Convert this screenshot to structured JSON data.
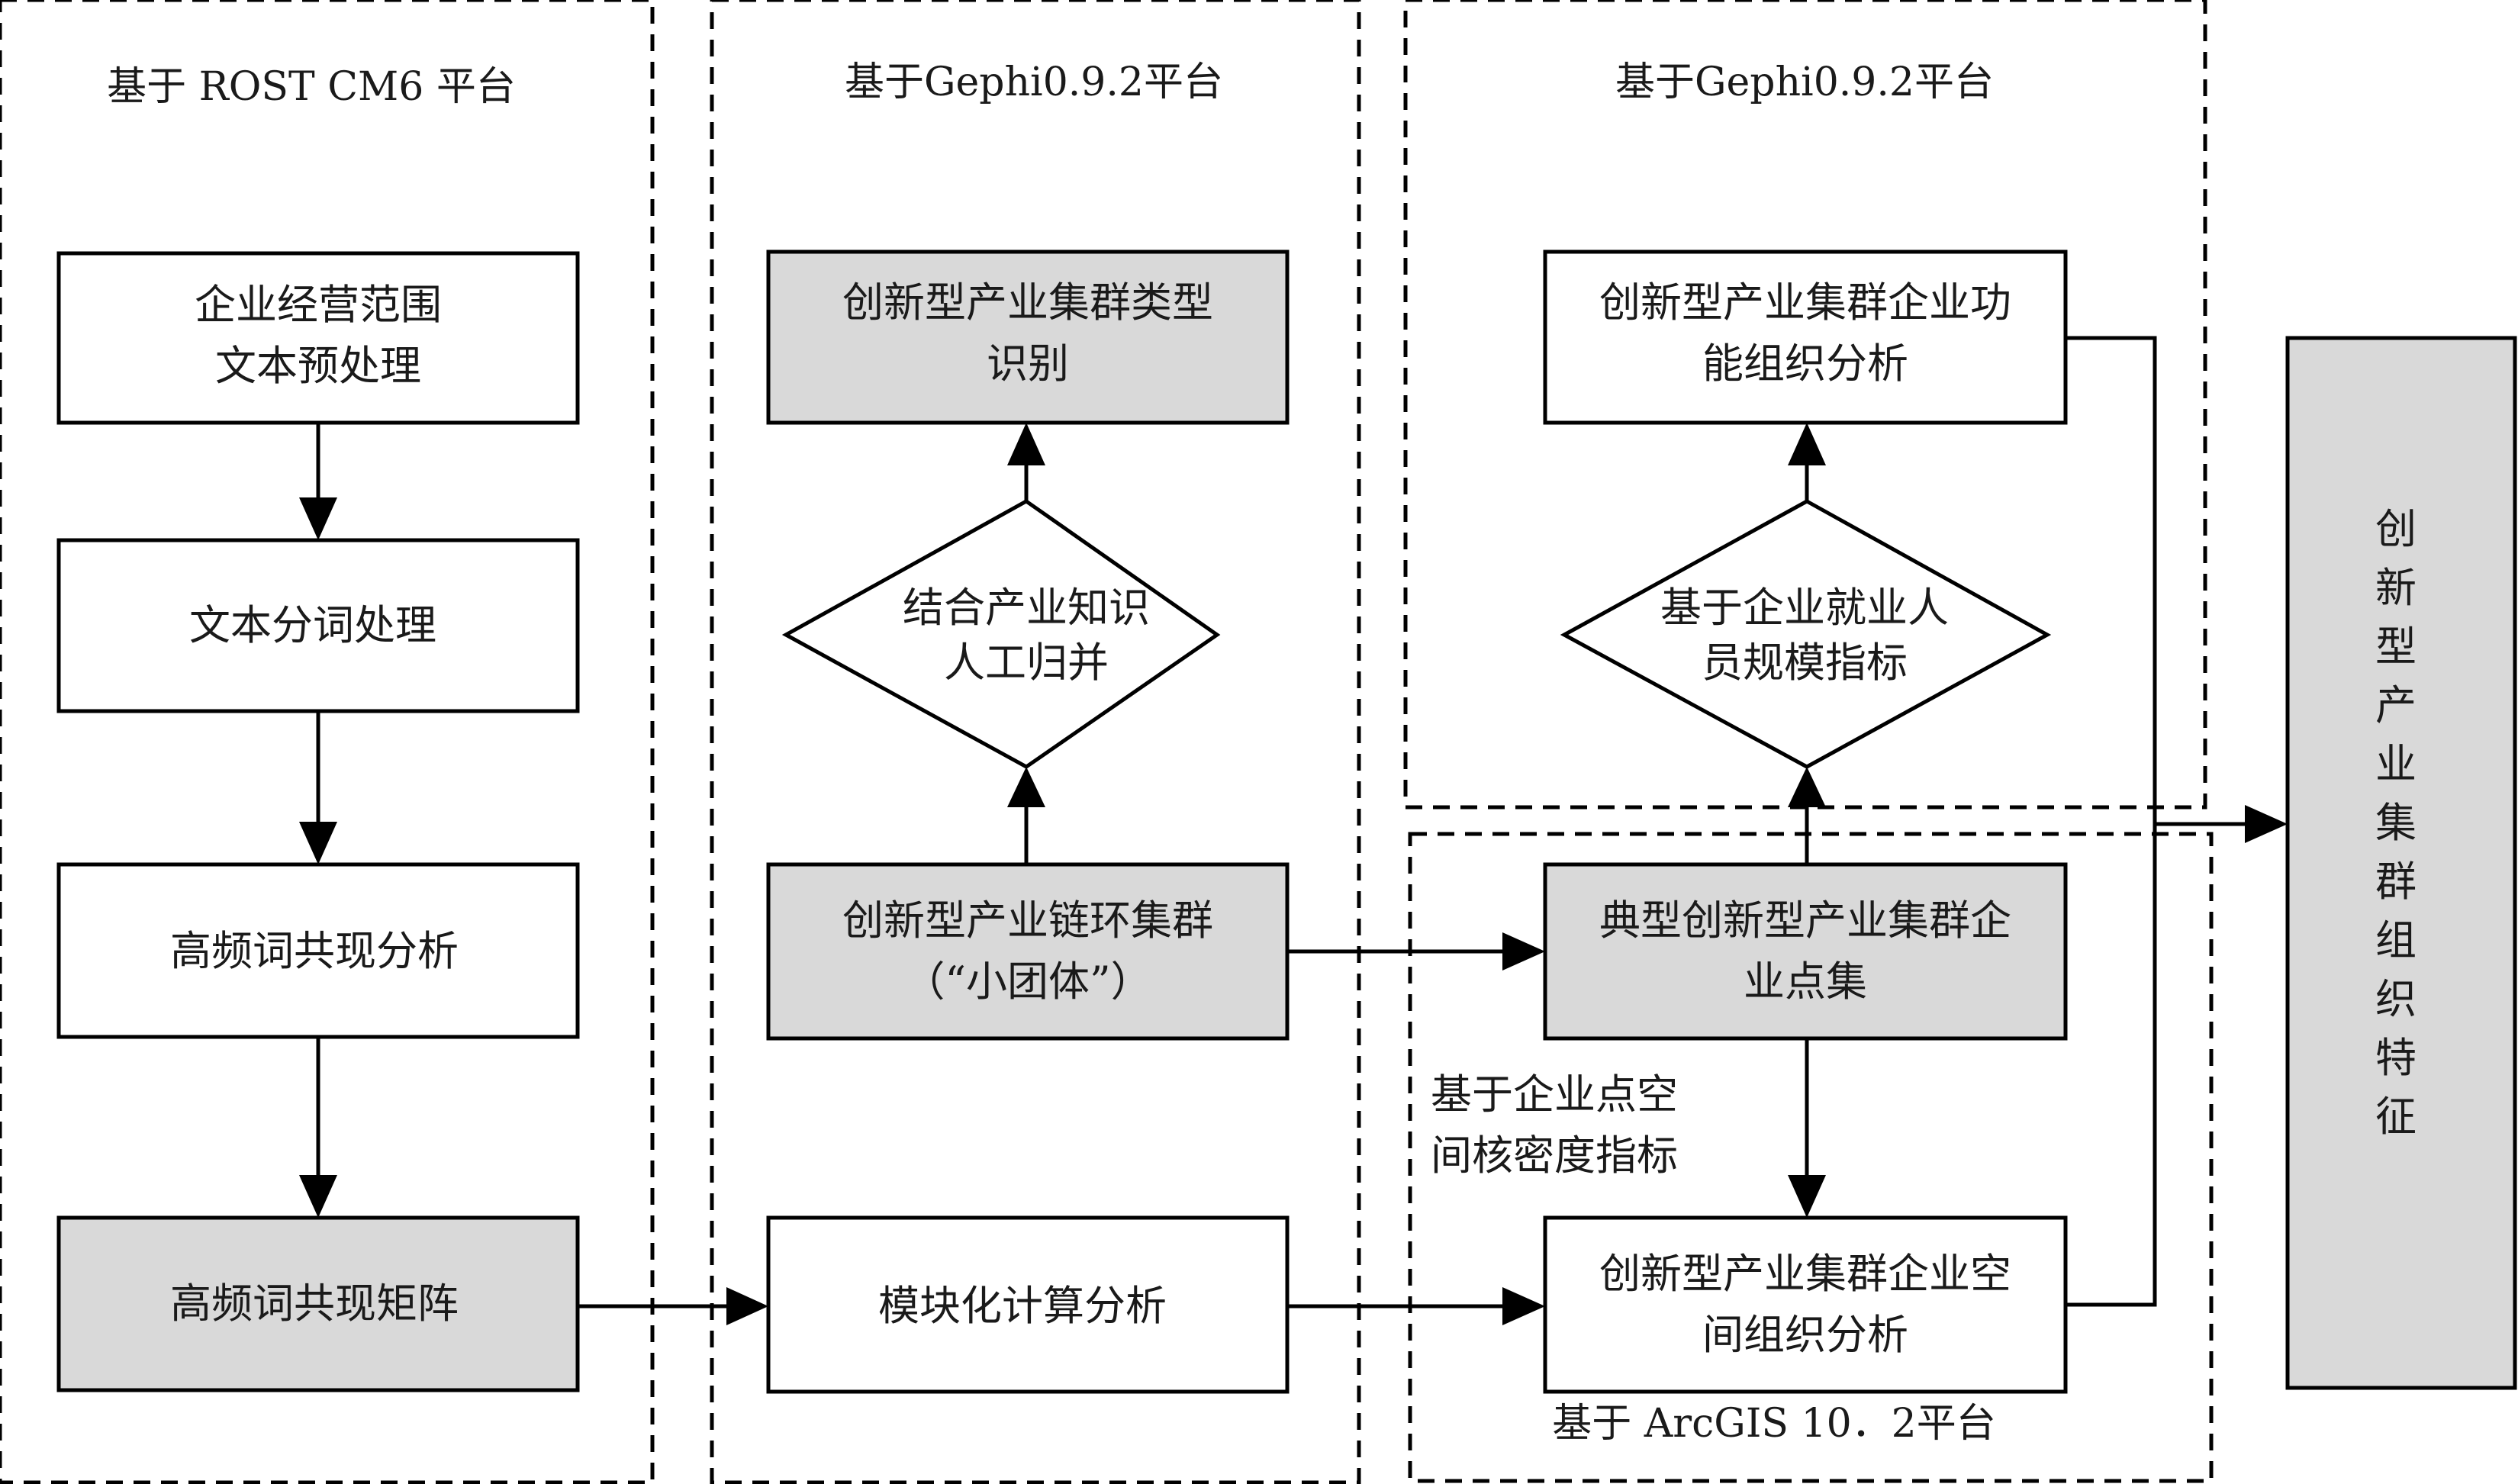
{
  "colors": {
    "stroke": "#000000",
    "box_white": "#ffffff",
    "box_gray": "#d9d9d9"
  },
  "panels": {
    "p1_label": "基于 ROST CM6 平台",
    "p2_label": "基于Gephi0.9.2平台",
    "p3_label": "基于Gephi0.9.2平台",
    "p4_label": "基于 ArcGIS 10．2平台"
  },
  "nodes": {
    "n1": [
      "企业经营范围",
      "文本预处理"
    ],
    "n2": [
      "文本分词处理"
    ],
    "n3": [
      "高频词共现分析"
    ],
    "n4": [
      "高频词共现矩阵"
    ],
    "n5": [
      "创新型产业集群类型",
      "识别"
    ],
    "n6": [
      "结合产业知识",
      "人工归并"
    ],
    "n7": [
      "创新型产业链环集群",
      "（“小团体”）"
    ],
    "n8": [
      "模块化计算分析"
    ],
    "n9": [
      "创新型产业集群企业功",
      "能组织分析"
    ],
    "n10": [
      "基于企业就业人",
      "员规模指标"
    ],
    "n11": [
      "典型创新型产业集群企",
      "业点集"
    ],
    "n12": [
      "创新型产业集群企业空",
      "间组织分析"
    ],
    "n13": [
      "创",
      "新",
      "型",
      "产",
      "业",
      "集",
      "群",
      "组",
      "织",
      "特",
      "征"
    ]
  },
  "annotations": {
    "kernel_density": [
      "基于企业点空",
      "间核密度指标"
    ]
  }
}
